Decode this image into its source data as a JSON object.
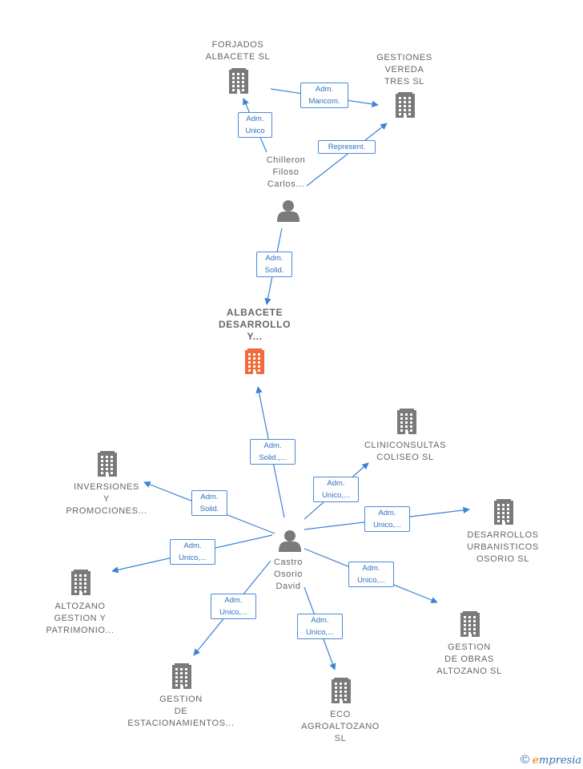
{
  "colors": {
    "edge": "#3a83d6",
    "edge_label_border": "#4a8ad9",
    "company": "#7a7a7a",
    "company_main": "#f06a3a",
    "person": "#7a7a7a"
  },
  "nodes": [
    {
      "id": "forjados",
      "type": "company",
      "label": "FORJADOS\nALBACETE  SL"
    },
    {
      "id": "gestiones-vereda",
      "type": "company",
      "label": "GESTIONES\nVEREDA\nTRES  SL"
    },
    {
      "id": "chilleron",
      "type": "person",
      "label": "Chilleron\nFiloso\nCarlos..."
    },
    {
      "id": "albacete-desarrollo",
      "type": "company",
      "main": true,
      "label": "ALBACETE\nDESARROLLO\nY..."
    },
    {
      "id": "castro",
      "type": "person",
      "label": "Castro\nOsorio\nDavid"
    },
    {
      "id": "cliniconsultas",
      "type": "company",
      "label": "CLINICONSULTAS\nCOLISEO  SL"
    },
    {
      "id": "inversiones",
      "type": "company",
      "label": "INVERSIONES\nY\nPROMOCIONES..."
    },
    {
      "id": "desarrollos-urb",
      "type": "company",
      "label": "DESARROLLOS\nURBANISTICOS\nOSORIO  SL"
    },
    {
      "id": "altozano-gestion",
      "type": "company",
      "label": "ALTOZANO\nGESTION Y\nPATRIMONIO..."
    },
    {
      "id": "gestion-obras",
      "type": "company",
      "label": "GESTION\nDE OBRAS\nALTOZANO  SL"
    },
    {
      "id": "gestion-estac",
      "type": "company",
      "label": "GESTION\nDE\nESTACIONAMIENTOS..."
    },
    {
      "id": "eco-agro",
      "type": "company",
      "label": "ECO\nAGROALTOZANO\nSL"
    }
  ],
  "edges": [
    {
      "from": "forjados",
      "to": "gestiones-vereda",
      "label": "Adm.\nMancom."
    },
    {
      "from": "chilleron",
      "to": "forjados",
      "label": "Adm.\nUnico"
    },
    {
      "from": "chilleron",
      "to": "gestiones-vereda",
      "label": "Represent."
    },
    {
      "from": "chilleron",
      "to": "albacete-desarrollo",
      "label": "Adm.\nSolid."
    },
    {
      "from": "castro",
      "to": "albacete-desarrollo",
      "label": "Adm.\nSolid.,..."
    },
    {
      "from": "castro",
      "to": "cliniconsultas",
      "label": "Adm.\nUnico,..."
    },
    {
      "from": "castro",
      "to": "inversiones",
      "label": "Adm.\nSolid."
    },
    {
      "from": "castro",
      "to": "desarrollos-urb",
      "label": "Adm.\nUnico,..."
    },
    {
      "from": "castro",
      "to": "altozano-gestion",
      "label": "Adm.\nUnico,..."
    },
    {
      "from": "castro",
      "to": "gestion-obras",
      "label": "Adm.\nUnico,..."
    },
    {
      "from": "castro",
      "to": "gestion-estac",
      "label": "Adm.\nUnico,..."
    },
    {
      "from": "castro",
      "to": "eco-agro",
      "label": "Adm.\nUnico,..."
    }
  ],
  "brand": {
    "copyright": "©",
    "initial": "e",
    "rest": "mpresia"
  }
}
